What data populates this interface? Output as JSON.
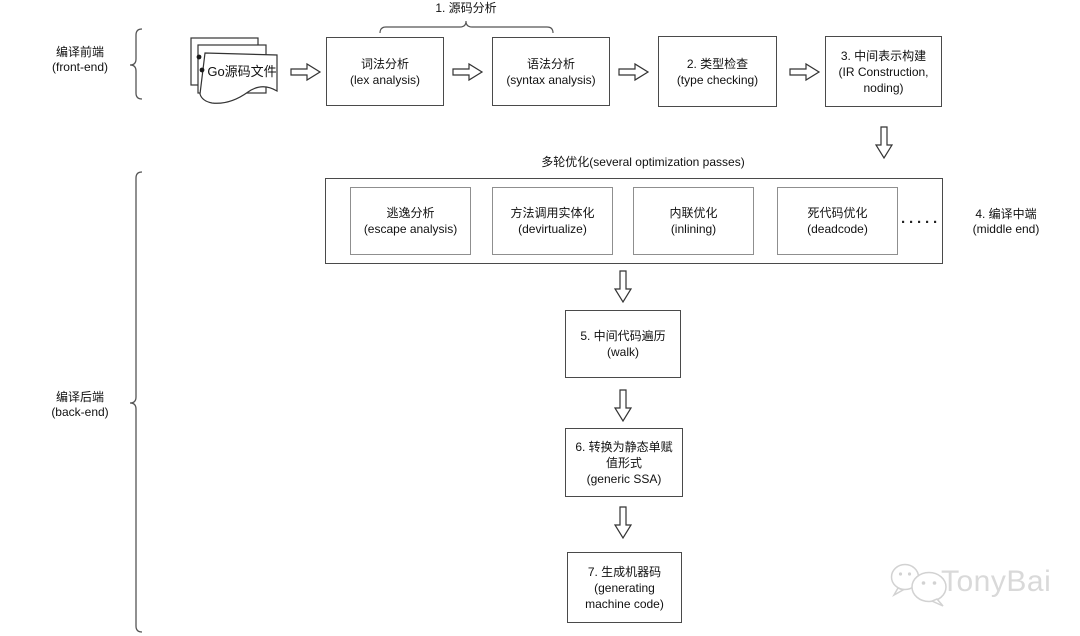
{
  "diagram": {
    "front_end": {
      "label_zh": "编译前端",
      "label_en": "(front-end)",
      "source_file_label": "Go源码文件",
      "stage_group_label": "1. 源码分析",
      "lex": {
        "zh": "词法分析",
        "en": "(lex analysis)"
      },
      "syntax": {
        "zh": "语法分析",
        "en": "(syntax analysis)"
      },
      "typecheck": {
        "zh": "2. 类型检查",
        "en": "(type checking)"
      },
      "ir": {
        "zh": "3. 中间表示构建",
        "en": "(IR Construction, noding)"
      }
    },
    "middle_end": {
      "title": "多轮优化(several optimization passes)",
      "escape": {
        "zh": "逃逸分析",
        "en": "(escape analysis)"
      },
      "devirtualize": {
        "zh": "方法调用实体化",
        "en": "(devirtualize)"
      },
      "inlining": {
        "zh": "内联优化",
        "en": "(inlining)"
      },
      "deadcode": {
        "zh": "死代码优化",
        "en": "(deadcode)"
      },
      "ellipsis": "·····",
      "label_zh": "4. 编译中端",
      "label_en": "(middle end)"
    },
    "back_end": {
      "label_zh": "编译后端",
      "label_en": "(back-end)",
      "walk": {
        "zh": "5. 中间代码遍历",
        "en": "(walk)"
      },
      "ssa": {
        "zh": "6. 转换为静态单赋值形式",
        "en": "(generic SSA)"
      },
      "codegen": {
        "zh": "7. 生成机器码",
        "en": "(generating machine code)"
      }
    },
    "watermark": {
      "text": "TonyBai"
    },
    "colors": {
      "border": "#4a4a4a",
      "inner_border": "#8f8f8f",
      "watermark": "#d9d9d9"
    }
  }
}
